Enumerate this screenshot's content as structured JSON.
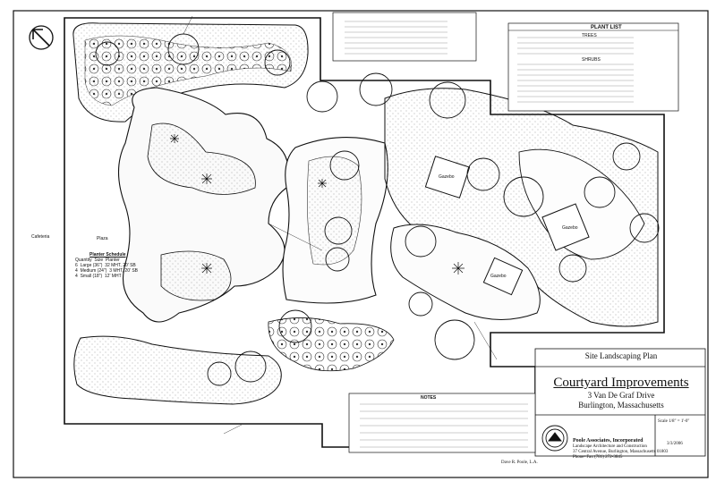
{
  "title_block": {
    "sheet_title": "Site Landscaping Plan",
    "project": "Courtyard Improvements",
    "address": "3 Van De Graf Drive",
    "city": "Burlington, Massachusetts",
    "firm_name": "Poole Associates, Incorporated",
    "firm_tagline": "Landscape Architecture and Construction",
    "firm_address": "37 Central Avenue, Burlington, Massachusetts 01803",
    "firm_phone": "Phone+Fax (781) 272-3845",
    "scale": "Scale 1/8\" = 1'-0\"",
    "date": "3/3/2006",
    "designer": "Dave R. Poole, L.A."
  },
  "labels": {
    "cafeteria": "Cafeteria",
    "plaza": "Plaza",
    "gazebo_1": "Gazebo",
    "gazebo_2": "Gazebo",
    "gazebo_3": "Gazebo"
  },
  "schedule": {
    "title": "Planter Schedule",
    "headers": [
      "Quantity",
      "Size",
      "Planter"
    ],
    "rows": [
      [
        "6",
        "Large (36\")",
        "32 MHT, 20' SB"
      ],
      [
        "4",
        "Medium (24\")",
        "3 MHT, 20' SB"
      ],
      [
        "4",
        "Small (18\")",
        "12' MHT"
      ]
    ]
  },
  "plant_list": {
    "title": "PLANT LIST",
    "trees_heading": "TREES",
    "shrubs_heading": "SHRUBS"
  },
  "notes": {
    "title": "NOTES"
  },
  "colors": {
    "ink": "#111111",
    "paper": "#ffffff",
    "stipple": "#9a9a9a"
  }
}
